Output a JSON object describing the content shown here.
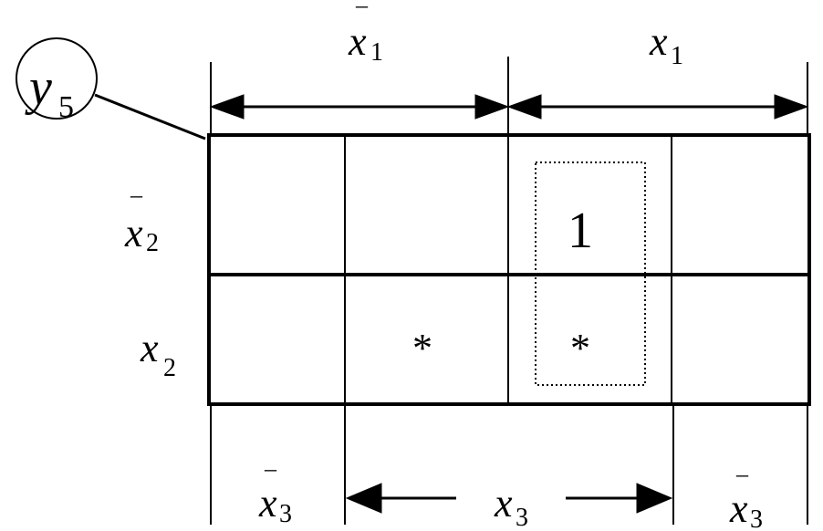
{
  "output_label": {
    "base": "y",
    "sub": "5"
  },
  "top_labels": [
    {
      "base": "x",
      "sub": "1",
      "bar": true
    },
    {
      "base": "x",
      "sub": "1",
      "bar": false
    }
  ],
  "left_labels": [
    {
      "base": "x",
      "sub": "2",
      "bar": true
    },
    {
      "base": "x",
      "sub": "2",
      "bar": false
    }
  ],
  "bottom_labels": [
    {
      "base": "x",
      "sub": "3",
      "bar": true
    },
    {
      "base": "x",
      "sub": "3",
      "bar": false
    },
    {
      "base": "x",
      "sub": "3",
      "bar": true
    }
  ],
  "cells": [
    {
      "row": 0,
      "col": 2,
      "value": "1"
    },
    {
      "row": 1,
      "col": 1,
      "value": "*"
    },
    {
      "row": 1,
      "col": 2,
      "value": "*"
    }
  ],
  "bar_mark": "–"
}
